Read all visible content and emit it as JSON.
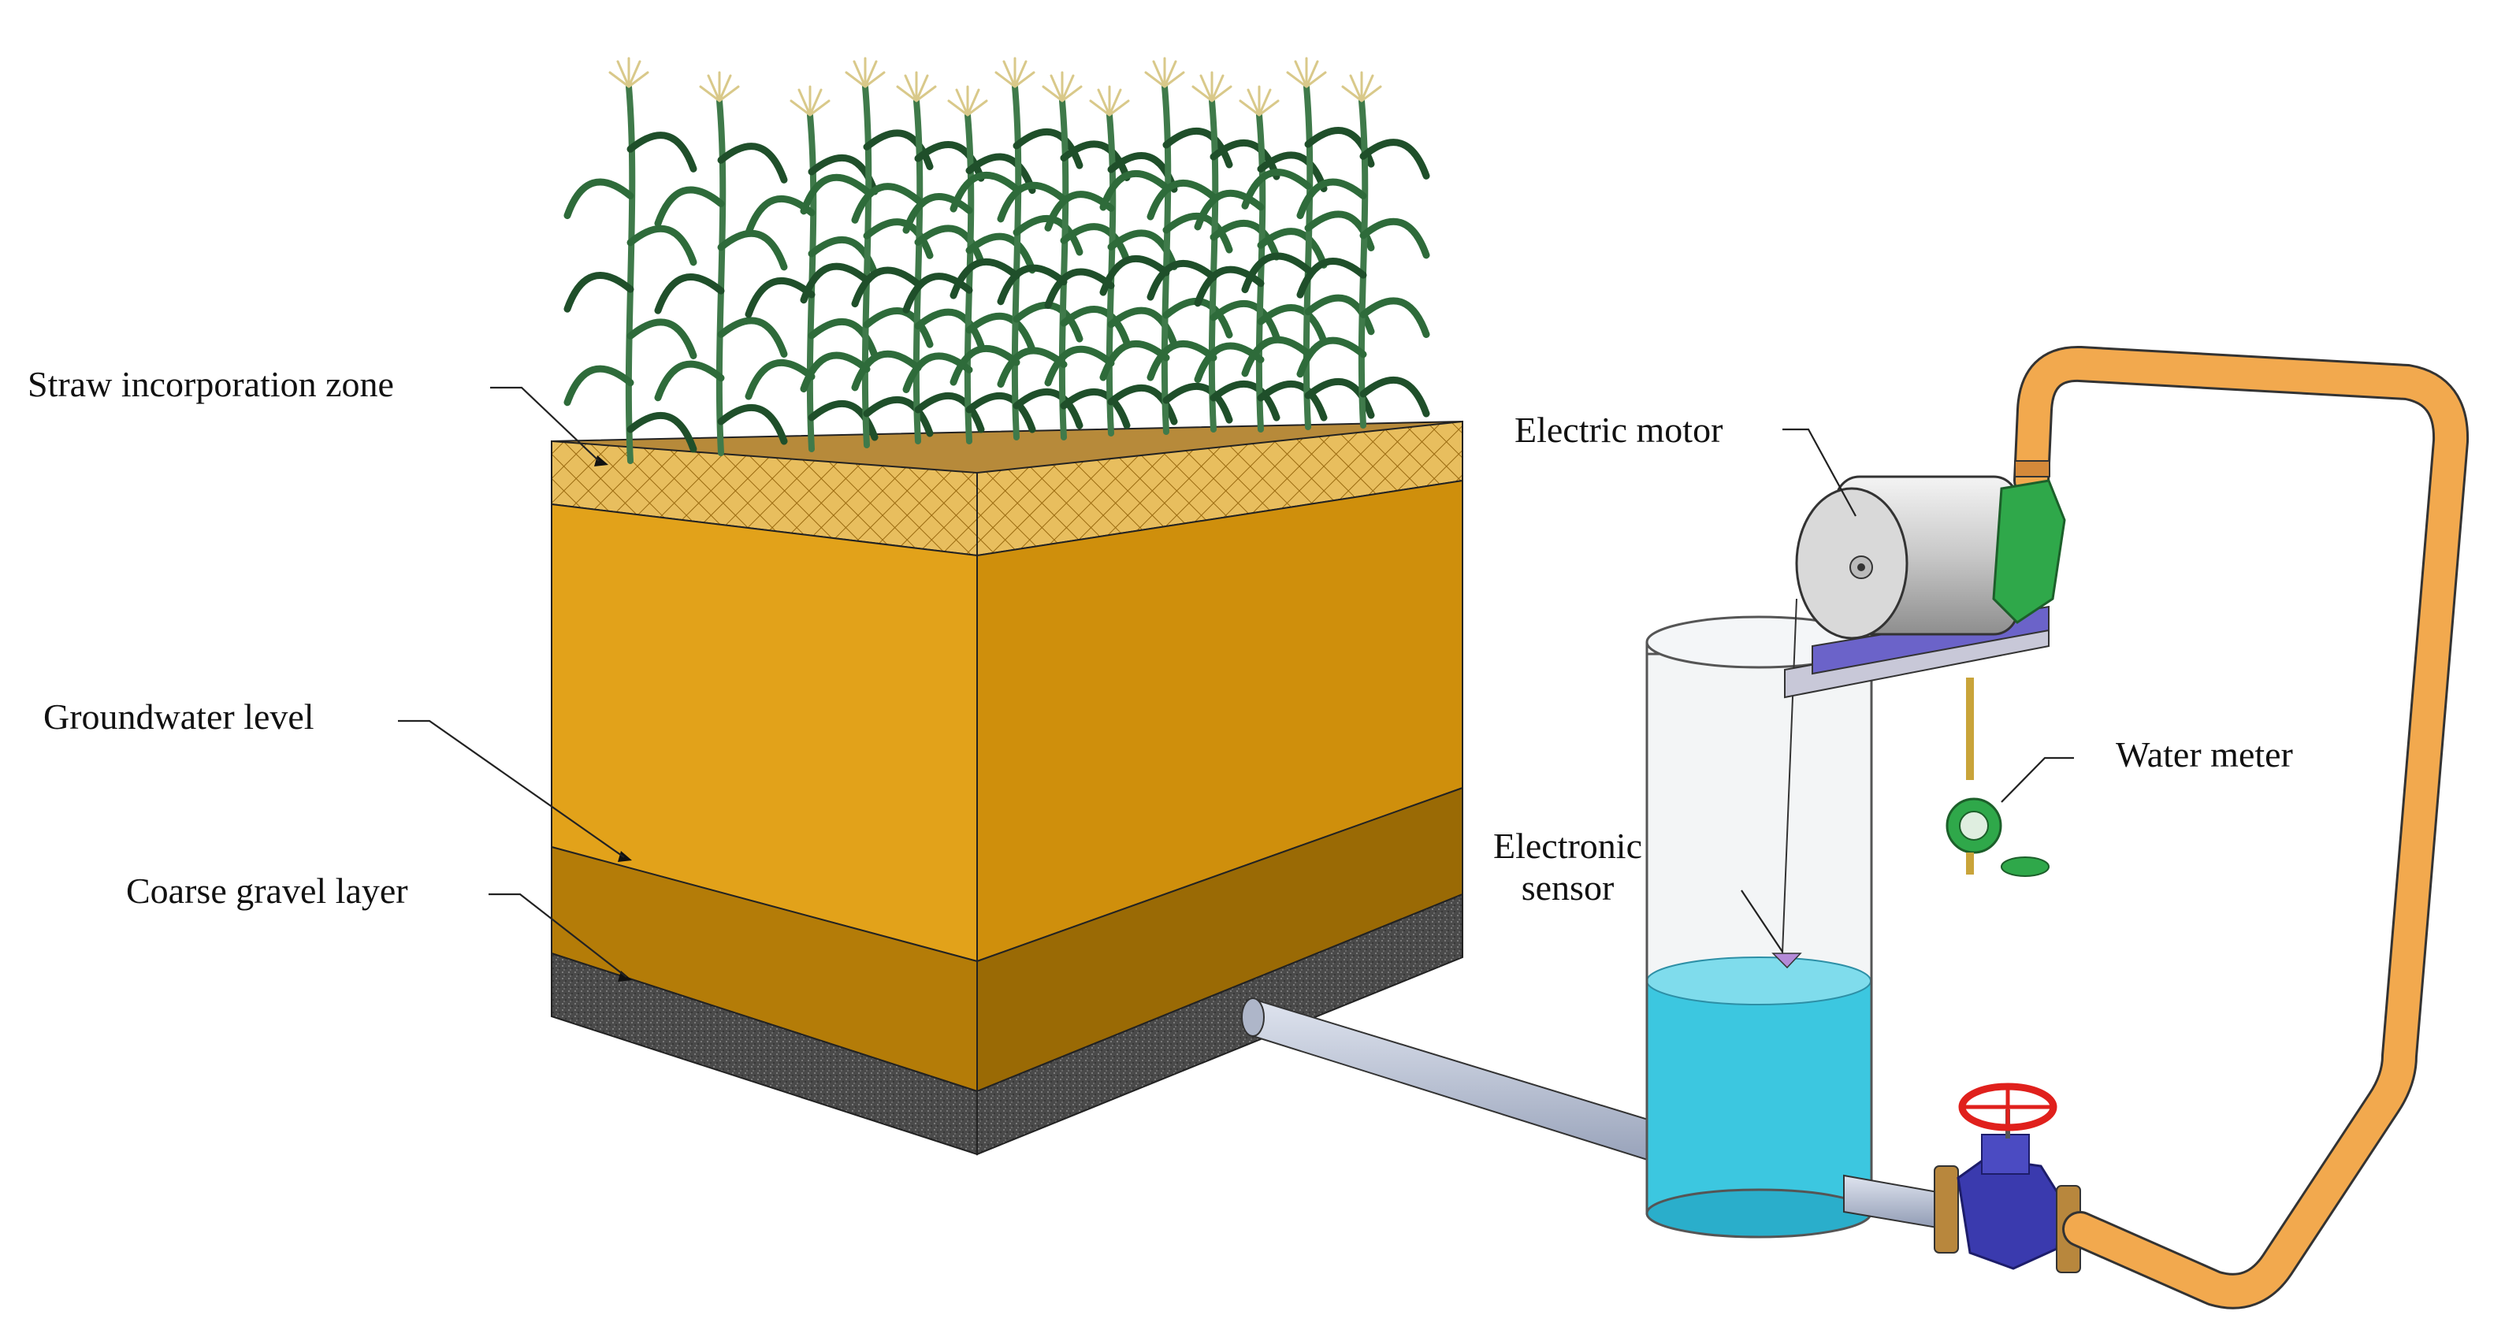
{
  "labels": {
    "straw_zone": "Straw incorporation zone",
    "groundwater": "Groundwater level",
    "gravel": "Coarse gravel layer",
    "motor": "Electric motor",
    "meter": "Water meter",
    "sensor_line1": "Electronic",
    "sensor_line2": "sensor"
  },
  "colors": {
    "soil_front": "#E2A21A",
    "soil_side": "#CF8F0C",
    "soil_lower_front": "#B47C08",
    "soil_lower_side": "#9A6A05",
    "straw_zone": "#E8BE5E",
    "gravel": "#4A4A4A",
    "pipe_orange": "#F2A94E",
    "water": "#3CC7E0",
    "valve_blue": "#3A3AAE",
    "valve_wheel": "#E0201C",
    "motor_green": "#2FA84A",
    "crop_green": "#2E6B3A"
  }
}
